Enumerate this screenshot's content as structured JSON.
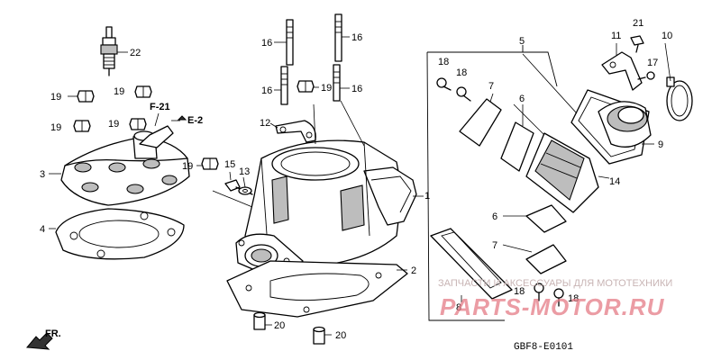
{
  "labels": {
    "l1": "1",
    "l2": "2",
    "l3": "3",
    "l4": "4",
    "l5": "5",
    "l6a": "6",
    "l6b": "6",
    "l7a": "7",
    "l7b": "7",
    "l8": "8",
    "l9": "9",
    "l10": "10",
    "l11": "11",
    "l12": "12",
    "l13": "13",
    "l14": "14",
    "l15": "15",
    "l16a": "16",
    "l16b": "16",
    "l16c": "16",
    "l16d": "16",
    "l17": "17",
    "l18a": "18",
    "l18b": "18",
    "l18c": "18",
    "l18d": "18",
    "l19a": "19",
    "l19b": "19",
    "l19c": "19",
    "l19d": "19",
    "l19e": "19",
    "l19f": "19",
    "l20a": "20",
    "l20b": "20",
    "l21": "21",
    "l22": "22"
  },
  "refs": {
    "f21": "F-21",
    "e2": "E-2"
  },
  "front_marker": "FR.",
  "diagram_code": "GBF8-E0101",
  "watermark": {
    "tagline": "ЗАПЧАСТИ И АКСЕССУАРЫ ДЛЯ МОТОТЕХНИКИ",
    "brand": "PARTS-MOTOR.RU"
  }
}
